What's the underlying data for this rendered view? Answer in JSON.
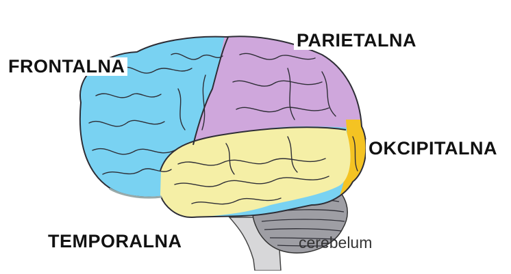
{
  "labels": {
    "frontal": "FRONTALNA",
    "parietal": "PARIETALNA",
    "occipital": "OKCIPITALNA",
    "temporal": "TEMPORALNA",
    "cerebellum": "cerebelum"
  },
  "colors": {
    "frontal": "#79d2f2",
    "parietal": "#cfa7dc",
    "occipital": "#f4c323",
    "temporal": "#f5efa6",
    "cerebellum": "#9e9ea4",
    "brainstem": "#d7d7d9",
    "sulci": "#2d2d35"
  }
}
